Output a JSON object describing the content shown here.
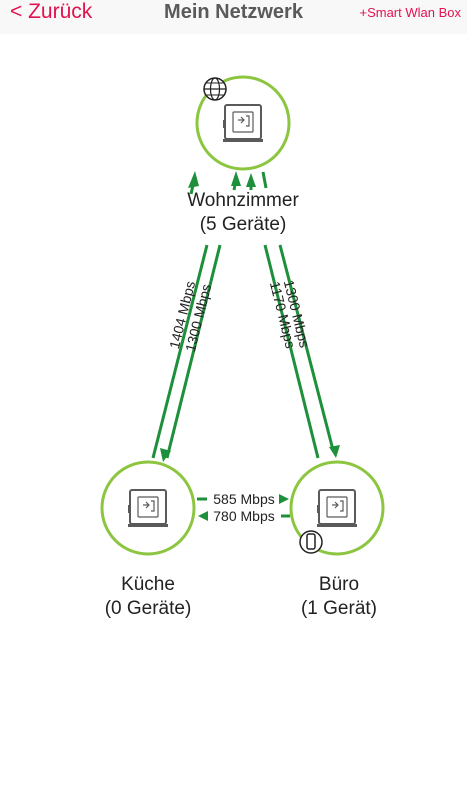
{
  "nav": {
    "back_label": "< Zurück",
    "title": "Mein Netzwerk",
    "add_label": "+Smart Wlan Box"
  },
  "nodes": {
    "wohnzimmer": {
      "name": "Wohnzimmer",
      "devices": "(5 Geräte)"
    },
    "kueche": {
      "name": "Küche",
      "devices": "(0 Geräte)"
    },
    "buero": {
      "name": "Büro",
      "devices": "(1 Gerät)"
    }
  },
  "links": {
    "wohnzimmer_kueche": {
      "down": "1404 Mbps",
      "up": "1300 Mbps"
    },
    "wohnzimmer_buero": {
      "down": "1300 Mbps",
      "up": "1170 Mbps"
    },
    "kueche_buero": {
      "forward": "585 Mbps",
      "back": "780 Mbps"
    }
  },
  "colors": {
    "accent": "#e2134f",
    "link": "#1e8f3a",
    "node_ring": "#8cc640",
    "device": "#5a5a5a"
  },
  "icons": {
    "internet": "globe-icon",
    "box": "router-icon",
    "client": "smartphone-icon"
  }
}
